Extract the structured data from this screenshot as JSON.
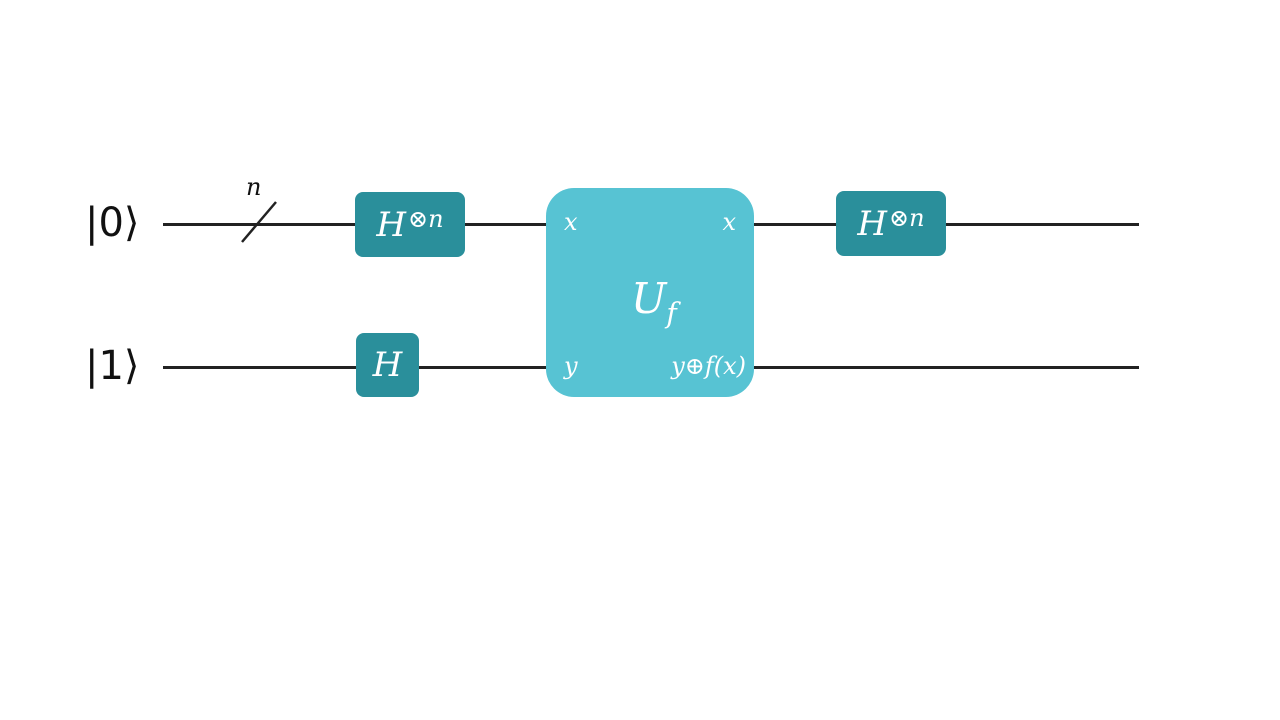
{
  "circuit": {
    "qubits": [
      {
        "label": "|0⟩"
      },
      {
        "label": "|1⟩"
      }
    ],
    "register_size_label": "n",
    "gates": {
      "h_n_1": {
        "base": "H",
        "exponent": "⊗n"
      },
      "h_single": {
        "base": "H"
      },
      "h_n_2": {
        "base": "H",
        "exponent": "⊗n"
      }
    },
    "oracle": {
      "name": "U",
      "subscript": "f",
      "input_top": "x",
      "input_bottom": "y",
      "output_top": "x",
      "output_bottom": "y⊕f(x)"
    }
  },
  "colors": {
    "hadamard_gate": "#2a8f9b",
    "oracle": "#57c3d3",
    "wire": "#222222"
  }
}
